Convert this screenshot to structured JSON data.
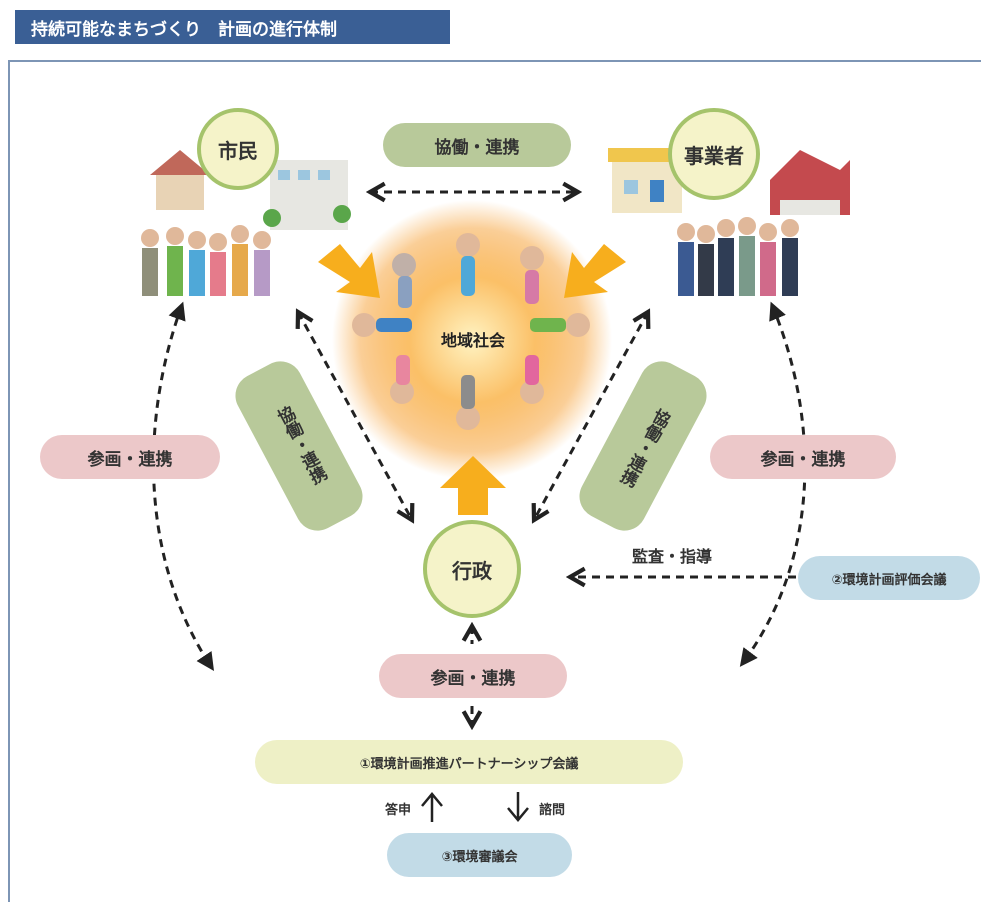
{
  "header": {
    "title": "持続可能なまちづくり　計画の進行体制"
  },
  "nodes": {
    "citizen": "市民",
    "business": "事業者",
    "government": "行政",
    "community": "地域社会"
  },
  "links": {
    "top_collab": "協働・連携",
    "left_collab": "協働・連携",
    "right_collab": "協働・連携",
    "left_participation": "参画・連携",
    "right_participation": "参画・連携",
    "bottom_participation": "参画・連携",
    "audit": "監査・指導",
    "reply": "答申",
    "consult": "諮問"
  },
  "committees": {
    "partnership": "①環境計画推進パートナーシップ会議",
    "evaluation": "②環境計画評価会議",
    "council": "③環境審議会"
  },
  "colors": {
    "title_bg": "#3a5f95",
    "circle_fill": "#f5f3c9",
    "circle_border": "#a5c36b",
    "green_pill": "#b8c99a",
    "pink_pill": "#ecc8c9",
    "yellow_pill": "#eef0c6",
    "blue_pill": "#c2dbe7",
    "orange_arrow": "#f7ae1d"
  }
}
